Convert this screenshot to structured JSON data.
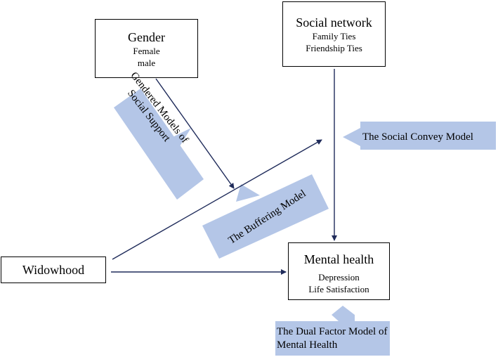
{
  "nodes": {
    "gender": {
      "title": "Gender",
      "items": [
        "Female",
        "male"
      ]
    },
    "social_network": {
      "title": "Social network",
      "items": [
        "Family Ties",
        "Friendship Ties"
      ]
    },
    "mental_health": {
      "title": "Mental health",
      "items": [
        "Depression",
        "Life Satisfaction"
      ]
    },
    "widowhood": {
      "title": "Widowhood"
    }
  },
  "models": {
    "social_convey": "The Social Convey Model",
    "buffering": "The Buffering Model",
    "gendered_line1": "Gendered Models of",
    "gendered_line2": "Social Support",
    "dual_line1": "The Dual Factor Model of",
    "dual_line2": "Mental Health"
  },
  "colors": {
    "arrow_line": "#1f2b5a",
    "callout_fill": "#b4c6e7"
  }
}
